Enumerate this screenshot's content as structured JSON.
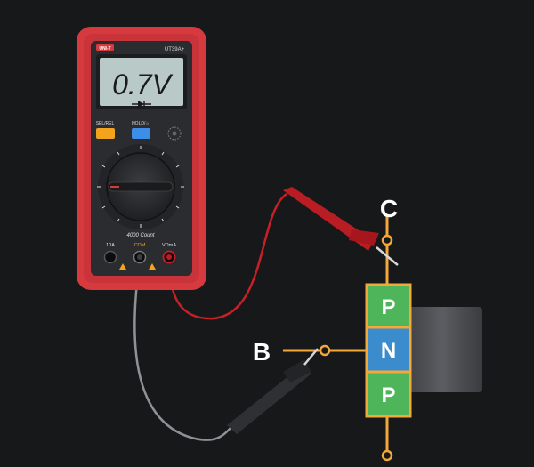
{
  "multimeter": {
    "brand": "UNI-T",
    "model": "UT39A+",
    "display_value": "0.7V",
    "display_symbol": "diode-symbol",
    "button_left_label": "SEL/REL",
    "button_right_label": "HOLD/☼",
    "button_left_color": "#f4a31c",
    "button_right_color": "#3d8ee8",
    "dial_count_label": "4000 Count",
    "jacks": {
      "label_10a": "10A",
      "label_com": "COM",
      "label_vohm": "VΩmA"
    },
    "body_color": "#d63a3f",
    "lcd_color": "#b9c9c7"
  },
  "transistor": {
    "type": "PNP",
    "layers": [
      "P",
      "N",
      "P"
    ],
    "layer_colors": {
      "P": "#4fb55a",
      "N": "#3b8ccd"
    },
    "terminal_c": "C",
    "terminal_b": "B"
  },
  "probes": {
    "red_color": "#d4242c",
    "black_color": "#3b3d40",
    "red_to": "C",
    "black_to": "B"
  }
}
